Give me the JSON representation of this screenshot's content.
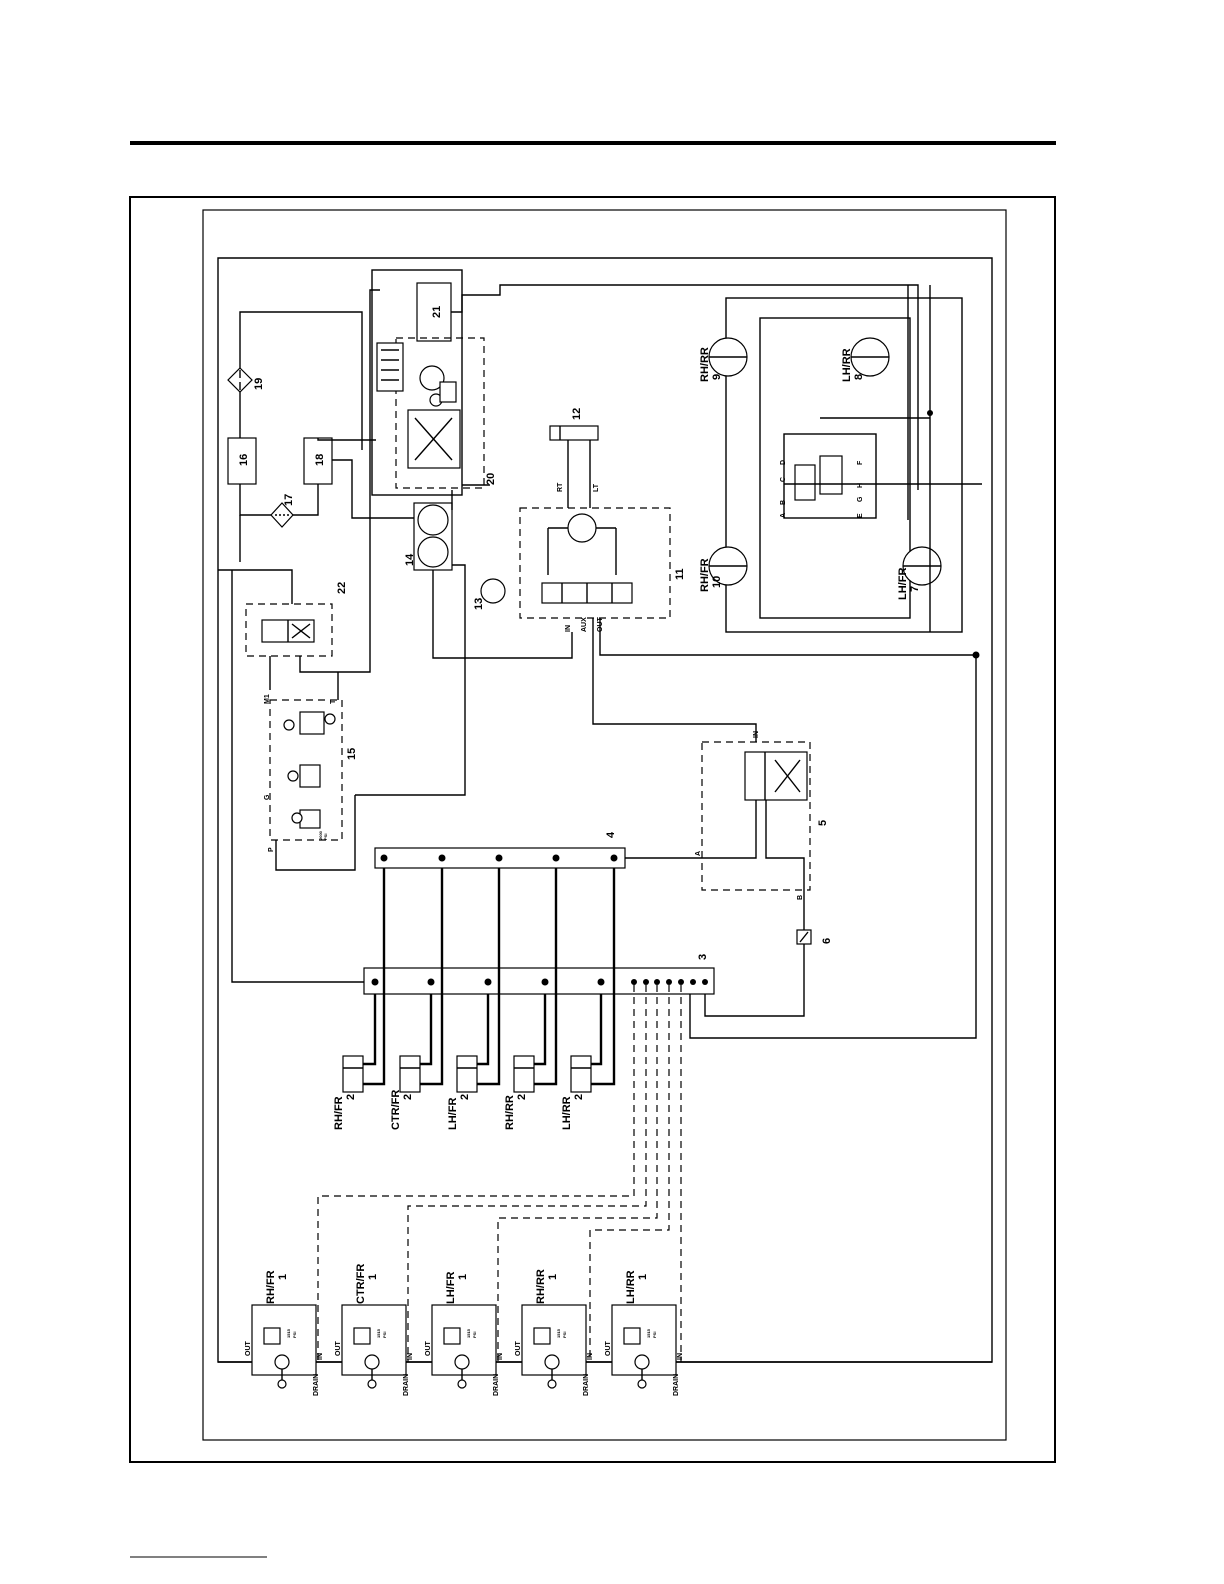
{
  "labels": {
    "c1": "1",
    "c2": "2",
    "c3": "3",
    "c4": "4",
    "c5": "5",
    "c6": "6",
    "c7": "7",
    "c8": "8",
    "c9": "9",
    "c10": "10",
    "c11": "11",
    "c12": "12",
    "c13": "13",
    "c14": "14",
    "c15": "15",
    "c16": "16",
    "c17": "17",
    "c18": "18",
    "c19": "19",
    "c20": "20",
    "c21": "21",
    "c22": "22"
  },
  "wheels": [
    "RH/FR",
    "CTR/FR",
    "LH/FR",
    "RH/RR",
    "LH/RR"
  ],
  "motors": {
    "rh_rr": "RH/RR",
    "lh_rr": "LH/RR",
    "rh_fr": "RH/FR",
    "lh_fr": "LH/FR"
  },
  "ports": {
    "out": "OUT",
    "in": "IN",
    "drain": "DRAIN",
    "p": "P",
    "g": "G",
    "t": "T",
    "m1": "M1",
    "a": "A",
    "b": "B",
    "aux": "AUX",
    "rt": "RT",
    "lt": "LT",
    "ma": "A",
    "mb": "B",
    "mc": "C",
    "md": "D",
    "me": "E",
    "mf": "F",
    "mg": "G",
    "mh": "H"
  },
  "notes": {
    "psi1": "1515",
    "psi_unit": "PSI",
    "psi2": "2000",
    "psi2_unit": "PSI"
  }
}
